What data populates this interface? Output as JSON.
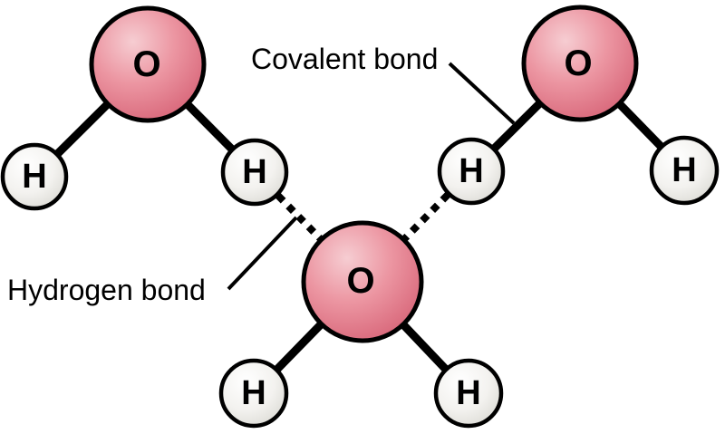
{
  "diagram": {
    "type": "molecular-structure",
    "labels": {
      "covalent_bond": "Covalent bond",
      "hydrogen_bond": "Hydrogen bond"
    },
    "molecules": [
      {
        "id": "water-top-left",
        "oxygen": "O",
        "hydrogens": [
          "H",
          "H"
        ]
      },
      {
        "id": "water-top-right",
        "oxygen": "O",
        "hydrogens": [
          "H",
          "H"
        ]
      },
      {
        "id": "water-bottom-center",
        "oxygen": "O",
        "hydrogens": [
          "H",
          "H"
        ]
      }
    ],
    "bond_styles": {
      "covalent": "solid",
      "hydrogen": "dashed"
    }
  },
  "colors": {
    "oxygen_highlight": "#F6CDD2",
    "oxygen_mid": "#EC96A2",
    "oxygen_edge": "#D55F73",
    "hydrogen_highlight": "#FFFFFF",
    "hydrogen_mid": "#F3F2EF",
    "hydrogen_edge": "#D9D8D2",
    "outline": "#000000",
    "bond": "#000000",
    "text": "#000000",
    "background": "#FFFFFF"
  }
}
